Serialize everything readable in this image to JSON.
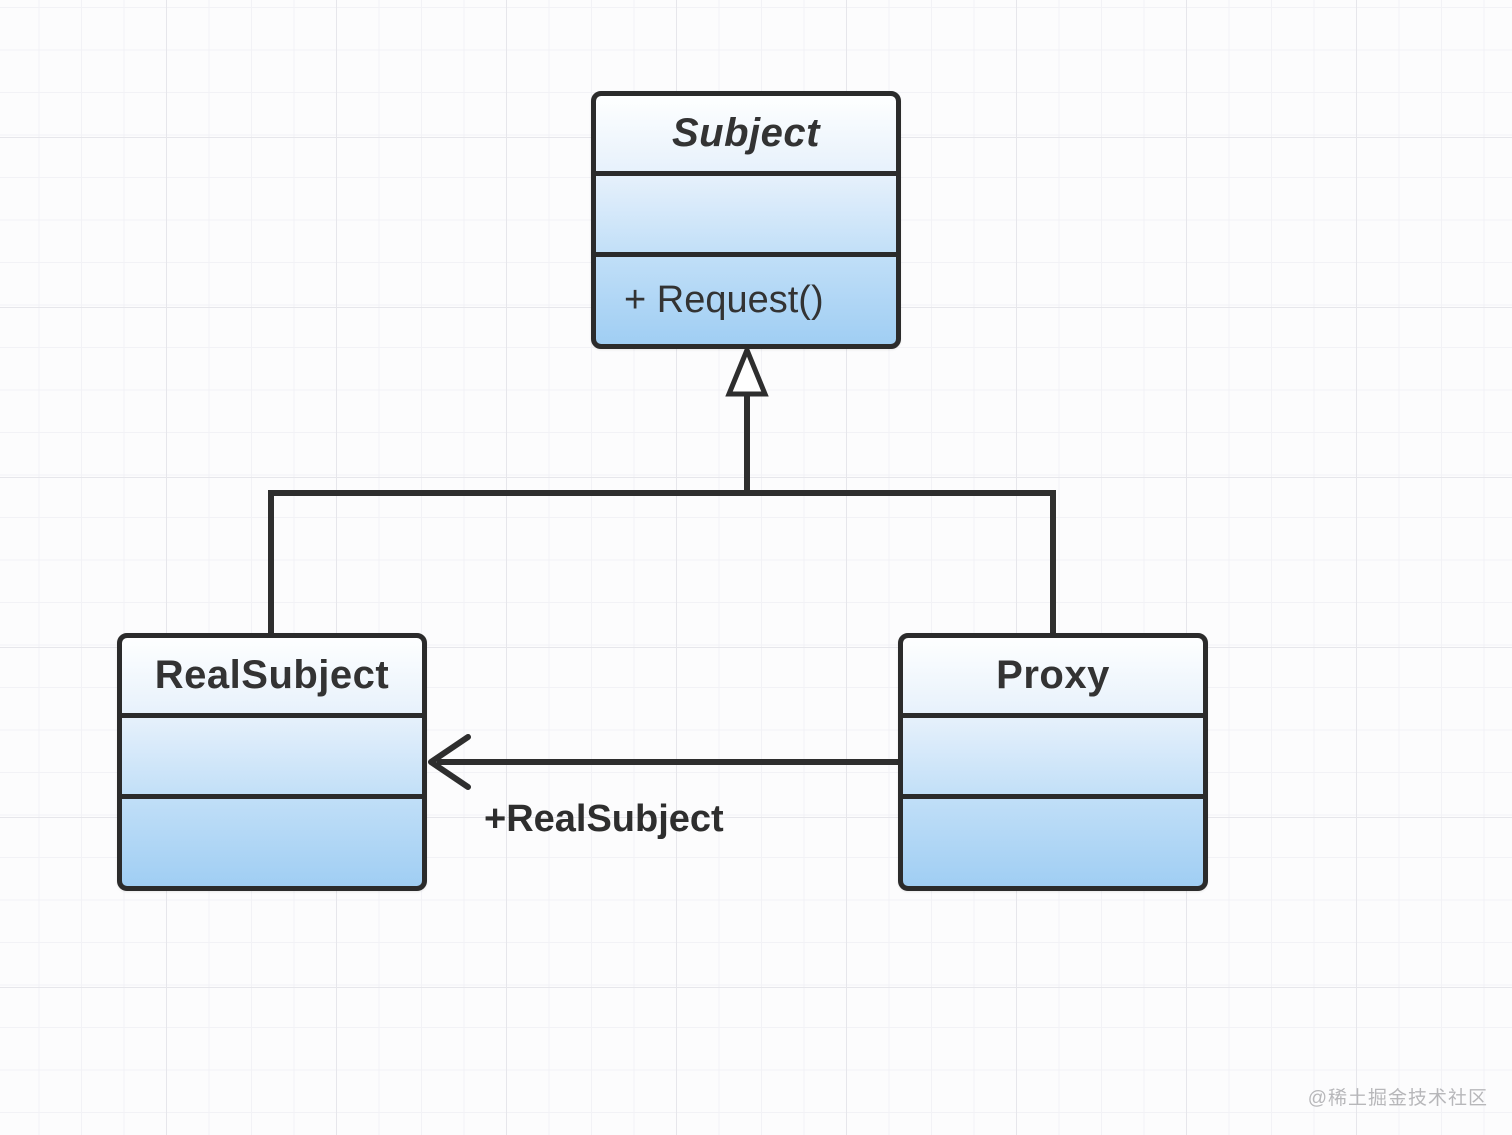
{
  "diagram": {
    "classes": [
      {
        "name": "Subject",
        "abstract": true,
        "attributes": [],
        "methods": [
          "+ Request()"
        ]
      },
      {
        "name": "RealSubject",
        "abstract": false,
        "attributes": [],
        "methods": []
      },
      {
        "name": "Proxy",
        "abstract": false,
        "attributes": [],
        "methods": []
      }
    ],
    "relations": [
      {
        "type": "generalization",
        "from": "RealSubject",
        "to": "Subject",
        "label": ""
      },
      {
        "type": "generalization",
        "from": "Proxy",
        "to": "Subject",
        "label": ""
      },
      {
        "type": "association",
        "from": "Proxy",
        "to": "RealSubject",
        "label": "+RealSubject"
      }
    ],
    "watermark": "@稀土掘金技术社区",
    "colors": {
      "border": "#2b2b2b",
      "line": "#2e2e2e",
      "text": "#333333",
      "fill_top": "#feffff",
      "fill_bottom": "#a0cef3",
      "grid_minor": "#f2f2f6",
      "grid_major": "#e6e6eb",
      "bg": "#fcfcfd",
      "watermark": "#b7b7ba"
    }
  }
}
